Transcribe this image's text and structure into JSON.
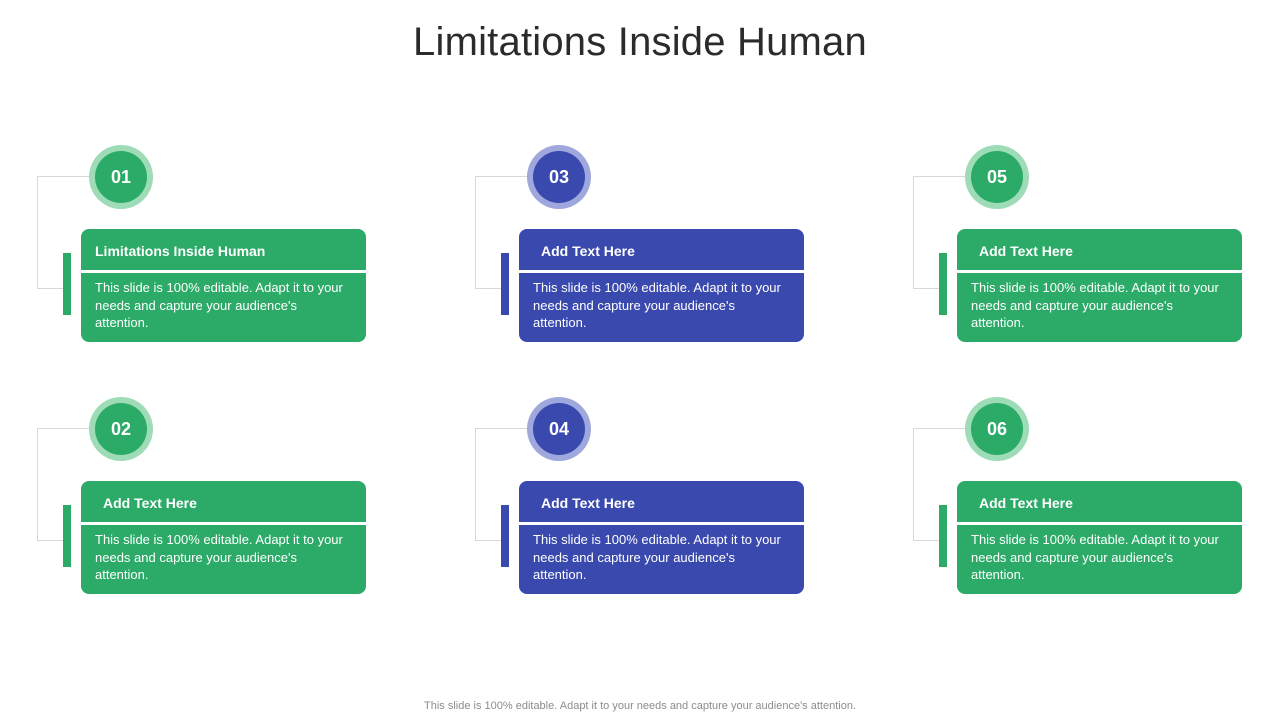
{
  "slide": {
    "title": "Limitations Inside Human",
    "footer": "This slide is 100% editable. Adapt it to your needs and capture your audience's attention."
  },
  "colors": {
    "green": "#2bab67",
    "green_light": "#9edbb7",
    "blue": "#3a49ae",
    "blue_light": "#9fa8dc",
    "connector": "#d8d8d8",
    "card_text": "#ffffff",
    "title_text": "#2b2b2b",
    "footer_text": "#8c8c8c"
  },
  "items": [
    {
      "number": "01",
      "theme": "green",
      "title": "Limitations Inside Human",
      "body": "This slide is 100% editable. Adapt it to your needs and capture your audience's attention."
    },
    {
      "number": "02",
      "theme": "green",
      "title": "Add Text Here",
      "body": "This slide is 100% editable. Adapt it to your needs and capture your audience's attention."
    },
    {
      "number": "03",
      "theme": "blue",
      "title": "Add Text Here",
      "body": "This slide is 100% editable. Adapt it to your needs and capture your audience's attention."
    },
    {
      "number": "04",
      "theme": "blue",
      "title": "Add Text Here",
      "body": "This slide is 100% editable. Adapt it to your needs and capture your audience's attention."
    },
    {
      "number": "05",
      "theme": "green",
      "title": "Add Text Here",
      "body": "This slide is 100% editable. Adapt it to your needs and capture your audience's attention."
    },
    {
      "number": "06",
      "theme": "green",
      "title": "Add Text Here",
      "body": "This slide is 100% editable. Adapt it to your needs and capture your audience's attention."
    }
  ]
}
